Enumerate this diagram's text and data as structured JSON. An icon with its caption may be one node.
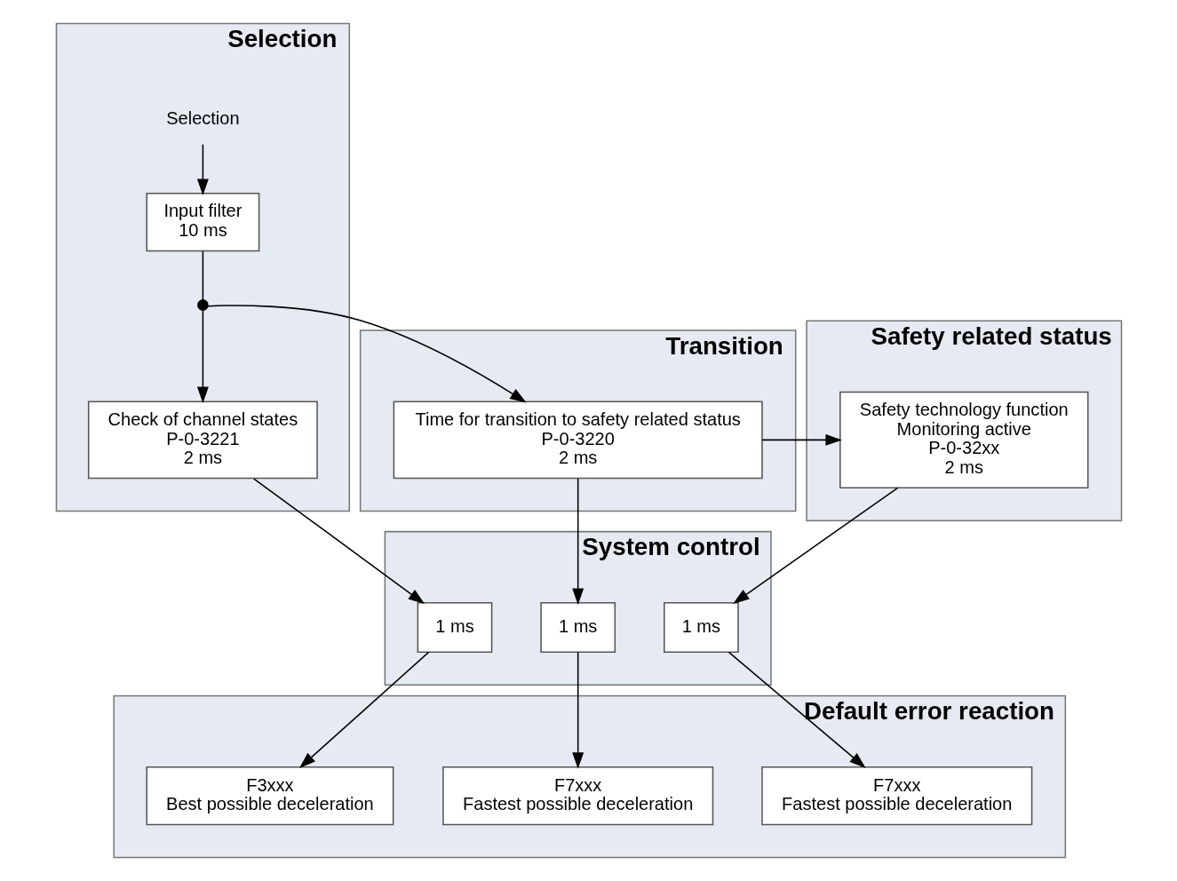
{
  "diagram": {
    "nodes": [
      {
        "text": [
          "Selection"
        ]
      },
      {
        "text": [
          "Selection"
        ],
        "in": 0
      },
      {
        "text": [
          "Input filter",
          "10 ms"
        ],
        "in": 0
      },
      {
        "text": [],
        "shape": "circle",
        "in": 0
      },
      {
        "text": [
          "Check of channel states",
          "P-0-3221",
          "2 ms"
        ],
        "in": 0
      },
      {
        "text": [
          "Transition"
        ]
      },
      {
        "text": [
          "Time for transition to safety related status",
          "P-0-3220",
          "2 ms"
        ],
        "in": 5
      },
      {
        "text": [
          "Safety related status"
        ]
      },
      {
        "text": [
          "Safety technology function",
          "Monitoring active",
          "P-0-32xx",
          "2 ms"
        ],
        "in": 7
      },
      {
        "text": [
          "System control"
        ]
      },
      {
        "text": [
          "1 ms"
        ],
        "in": 9
      },
      {
        "text": [
          "1 ms"
        ],
        "in": 9
      },
      {
        "text": [
          "1 ms"
        ],
        "in": 9
      },
      {
        "text": [
          "Default error reaction"
        ]
      },
      {
        "text": [
          "F3xxx",
          "Best possible deceleration"
        ],
        "in": 13
      },
      {
        "text": [
          "F7xxx",
          "Fastest possible deceleration"
        ],
        "in": 13
      },
      {
        "text": [
          "F7xxx",
          "Fastest possible deceleration"
        ],
        "in": 13
      }
    ],
    "edges": [
      {
        "from": 1,
        "to": 2,
        "arrow": "to"
      },
      {
        "from": 2,
        "to": 3,
        "arrow": "none"
      },
      {
        "from": 3,
        "to": 4,
        "arrow": "to"
      },
      {
        "from": 3,
        "to": 6,
        "arrow": "to"
      },
      {
        "from": 6,
        "to": 8,
        "arrow": "to"
      },
      {
        "from": 4,
        "to": 10,
        "arrow": "to"
      },
      {
        "from": 6,
        "to": 11,
        "arrow": "to"
      },
      {
        "from": 8,
        "to": 12,
        "arrow": "to"
      },
      {
        "from": 10,
        "to": 14,
        "arrow": "to"
      },
      {
        "from": 11,
        "to": 15,
        "arrow": "to"
      },
      {
        "from": 12,
        "to": 16,
        "arrow": "to"
      }
    ]
  }
}
